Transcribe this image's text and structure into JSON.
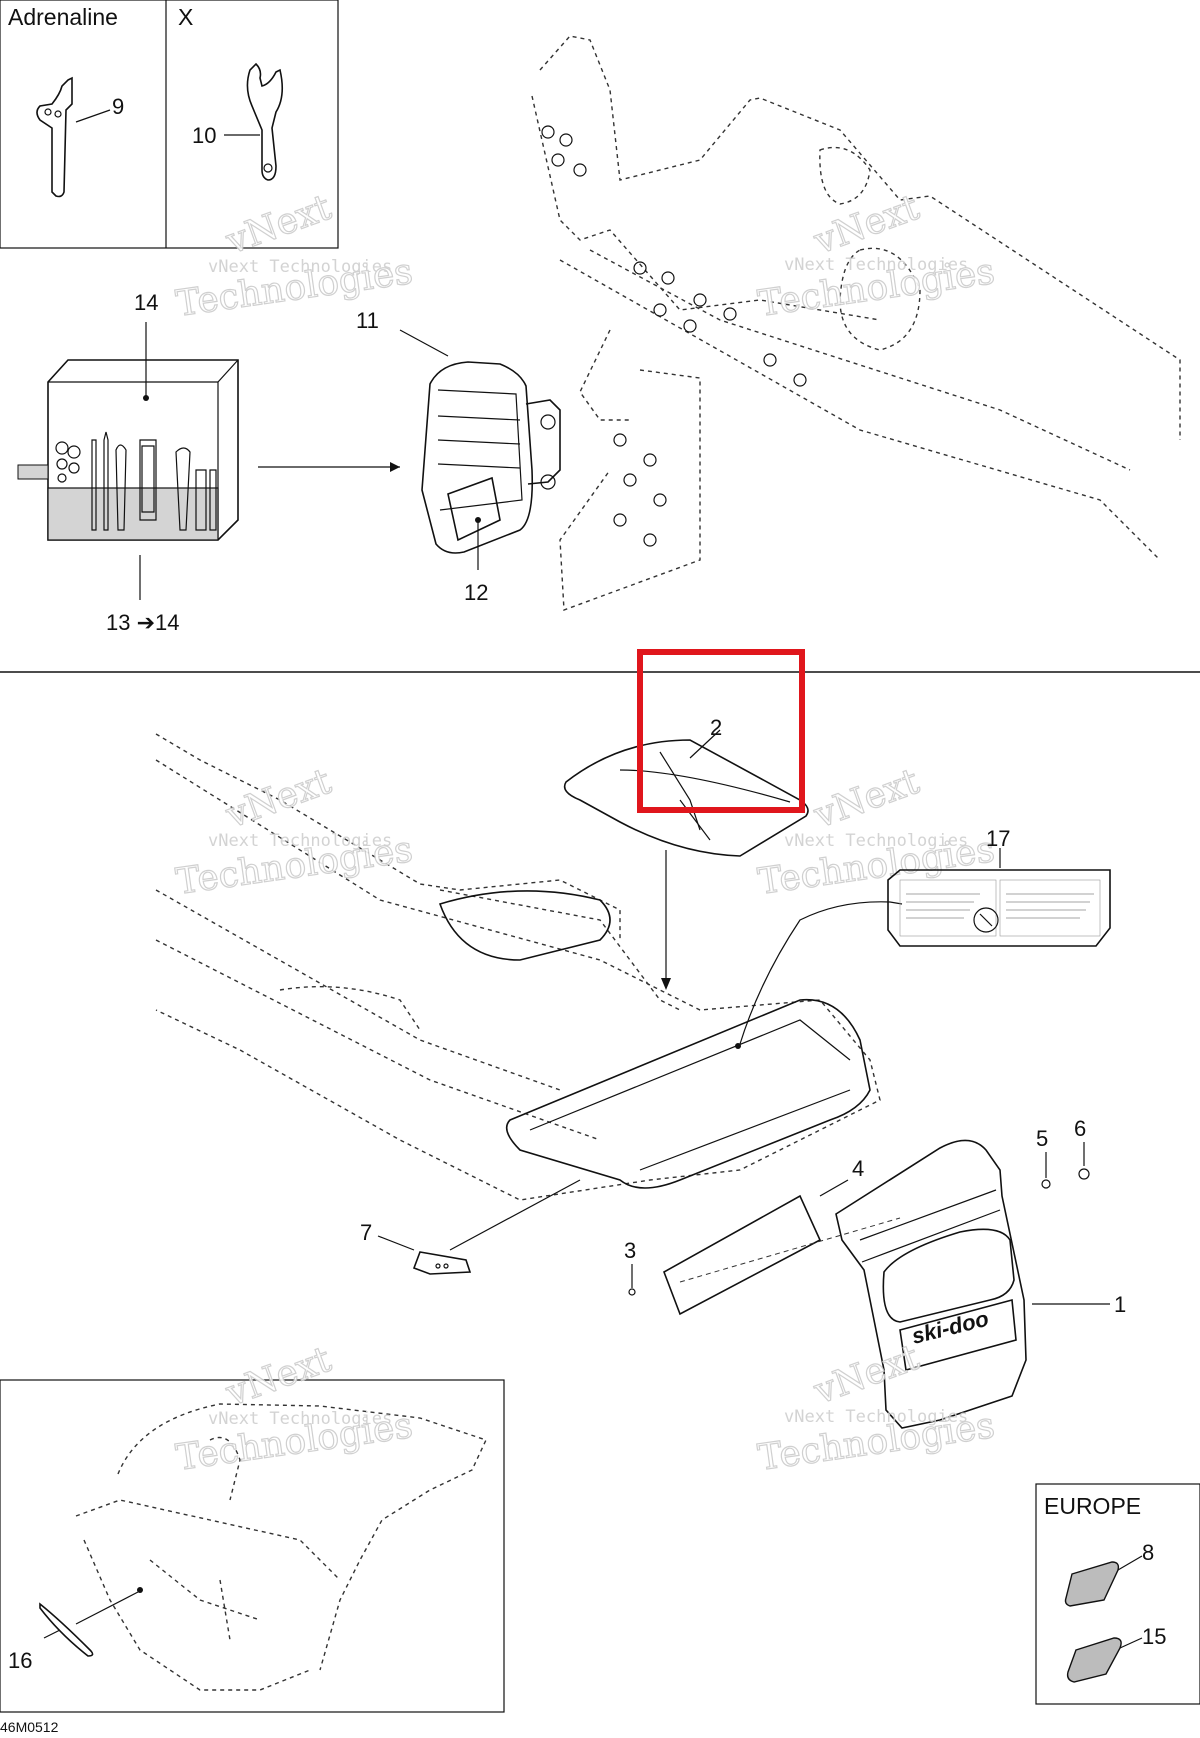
{
  "boxes": {
    "adrenaline_title": "Adrenaline",
    "x_title": "X",
    "europe_title": "EUROPE"
  },
  "callouts": {
    "c1": "1",
    "c2": "2",
    "c3": "3",
    "c4": "4",
    "c5": "5",
    "c6": "6",
    "c7": "7",
    "c8": "8",
    "c9": "9",
    "c10": "10",
    "c11": "11",
    "c12": "12",
    "c13_14": "13",
    "c14": "14",
    "c15": "15",
    "c16": "16",
    "c17": "17"
  },
  "callout_arrow_target": "14",
  "watermark": {
    "line1": "vNext Technologies",
    "line2": "Technologies",
    "line3": "vNext"
  },
  "decal_brand": "ski-doo",
  "drawing_ref": "46M0512",
  "highlight_color": "#e0161c"
}
